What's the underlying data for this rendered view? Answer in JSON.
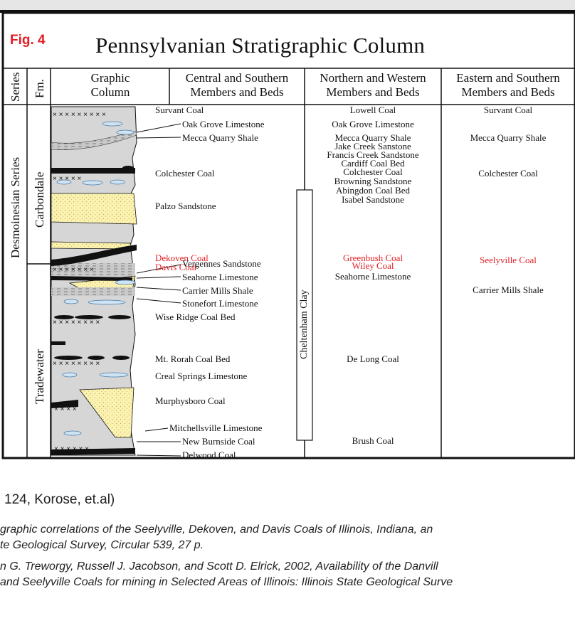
{
  "figure": {
    "label": "Fig. 4",
    "title": "Pennsylvanian Stratigraphic Column"
  },
  "headers": {
    "series": "Series",
    "formation": "Fm.",
    "graphic": [
      "Graphic",
      "Column"
    ],
    "central": [
      "Central and Southern",
      "Members and Beds"
    ],
    "northern": [
      "Northern and Western",
      "Members and Beds"
    ],
    "eastern": [
      "Eastern and Southern",
      "Members and Beds"
    ]
  },
  "series_name": "Desmoinesian Series",
  "formations": {
    "upper": "Carbondale",
    "lower": "Tradewater"
  },
  "cheltenham": "Cheltenham Clay",
  "central_units": [
    "Survant Coal",
    "Oak Grove Limestone",
    "Mecca Quarry Shale",
    "Colchester Coal",
    "Palzo Sandstone",
    "Dekoven Coal",
    "Davis Coal",
    "Vergennes Sandstone",
    "Seahorne Limestone",
    "Carrier Mills Shale",
    "Stonefort Limestone",
    "Wise Ridge Coal Bed",
    "Mt. Rorah Coal Bed",
    "Creal Springs Limestone",
    "Murphysboro Coal",
    "Mitchellsville Limestone",
    "New Burnside Coal",
    "Delwood Coal"
  ],
  "northern_units": [
    "Lowell Coal",
    "Oak Grove Limestone",
    "Mecca Quarry Shale",
    "Jake Creek Sanstone",
    "Francis Creek Sandstone",
    "Cardiff Coal Bed",
    "Colchester Coal",
    "Browning Sandstone",
    "Abingdon Coal Bed",
    "Isabel Sandstone",
    "Greenbush Coal",
    "Wiley Coal",
    "Seahorne Limestone",
    "De Long Coal",
    "Brush Coal"
  ],
  "eastern_units": [
    "Survant Coal",
    "Mecca Quarry Shale",
    "Colchester Coal",
    "Seelyville Coal",
    "Carrier Mills Shale"
  ],
  "caption": "124, Korose, et.al)",
  "references": [
    "graphic correlations of the Seelyville, Dekoven, and Davis Coals of Illinois, Indiana, an",
    "te Geological Survey, Circular 539, 27 p.",
    "n G. Treworgy, Russell J. Jacobson, and Scott D. Elrick, 2002, Availability of the Danvill",
    "and Seelyville Coals for mining in Selected Areas of Illinois: Illinois State Geological Surve"
  ],
  "colors": {
    "accent_red": "#e31e24",
    "sandstone": "#fbf1b0",
    "shale": "#d3d3d3",
    "limestone": "#cfe3f3",
    "coal": "#111111"
  }
}
